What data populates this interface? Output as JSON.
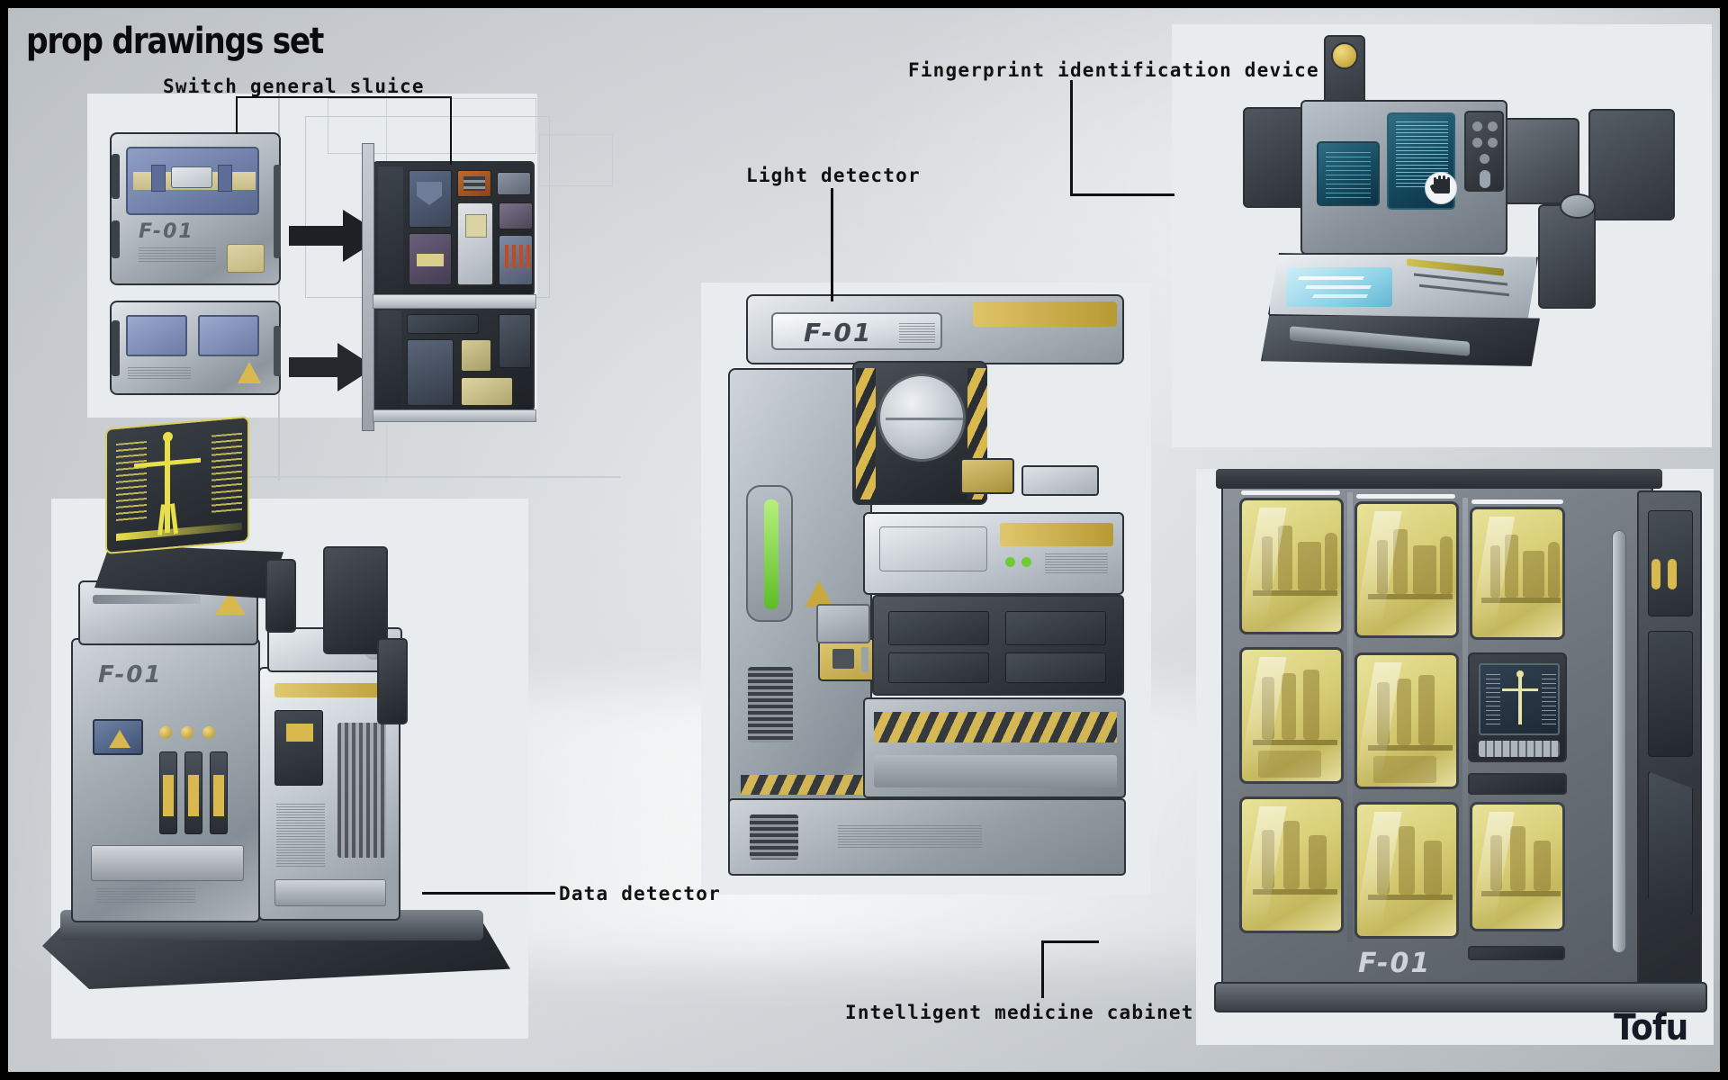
{
  "sheet": {
    "title": "prop drawings set",
    "signature": "Tofu",
    "background_color": "#d6d9dc",
    "frame_color": "#000000",
    "panel_color": "#e9ecee"
  },
  "labels": {
    "switch": "Switch general sluice",
    "light": "Light detector",
    "fingerprint": "Fingerprint identification device",
    "data": "Data detector",
    "cabinet": "Intelligent medicine cabinet"
  },
  "brand": {
    "model_code": "F-01"
  },
  "props": [
    {
      "id": "switch-general-sluice",
      "label": "Switch general sluice",
      "description": "Two wall-mounted access hatch panels shown closed at left and opened at right, with black transition arrows",
      "model_code": "F-01",
      "accent_color": "#d9b94e"
    },
    {
      "id": "data-detector",
      "label": "Data detector",
      "description": "Floor console with yellow holographic body-scan screen on a raised bed, drawer bank and side tower",
      "model_code": "F-01",
      "screen_color": "#e8e04a"
    },
    {
      "id": "light-detector",
      "label": "Light detector",
      "description": "Large scanner unit with circular lens head, overhead arm with F-01 nameplate and yellow hazard striping",
      "model_code": "F-01",
      "accent_color": "#d9b94e",
      "lens_color": "#c9d0d6"
    },
    {
      "id": "fingerprint-identification-device",
      "label": "Fingerprint identification device",
      "description": "Wall terminal with cyan holographic readout, white palm icon and illuminated scan tray below",
      "screen_color": "#2f6d83",
      "icon": "palm-hand-icon"
    },
    {
      "id": "intelligent-medicine-cabinet",
      "label": "Intelligent medicine cabinet",
      "description": "Tall cabinet with nine amber glass compartments holding bottles, plus a display screen and keypad column",
      "model_code": "F-01",
      "glass_color": "#d8ce77",
      "screen_color": "#2a3a4a"
    }
  ]
}
